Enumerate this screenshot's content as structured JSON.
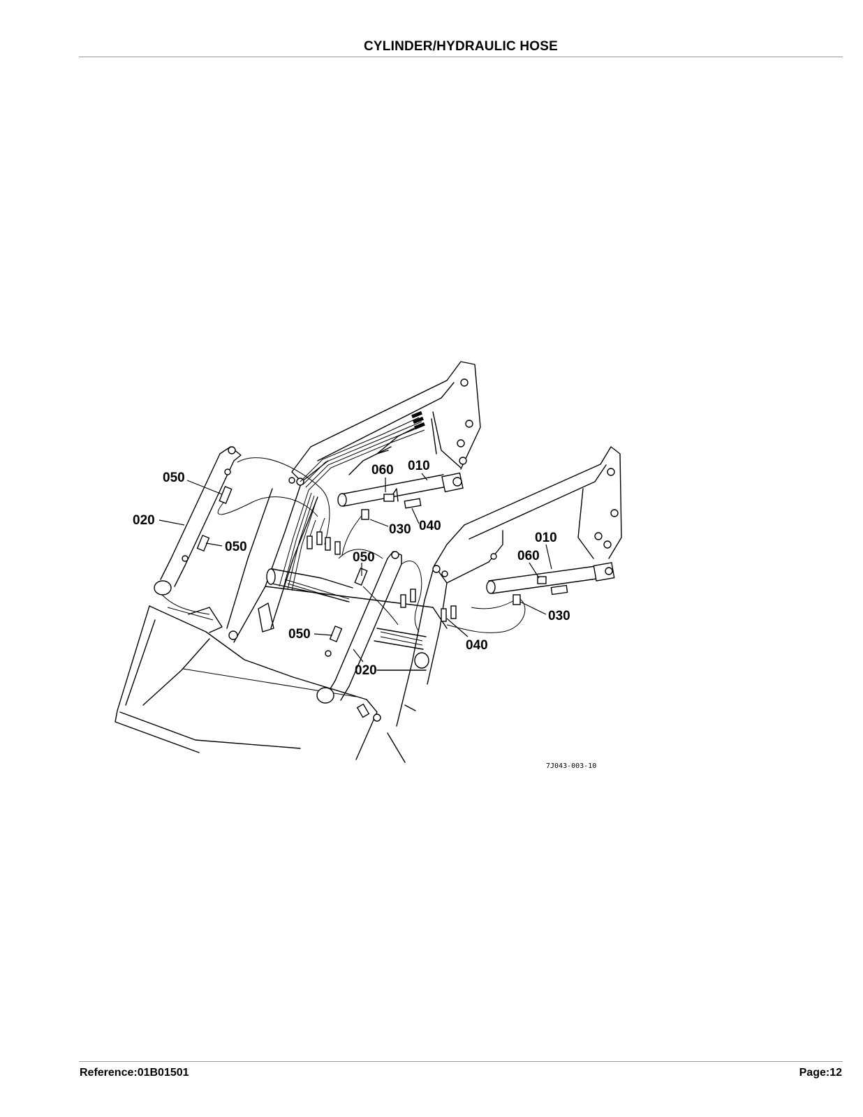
{
  "header": {
    "title": "CYLINDER/HYDRAULIC HOSE"
  },
  "footer": {
    "reference": "Reference:01B01501",
    "page": "Page:12"
  },
  "diagram": {
    "drawing_code": "7J043-003-10",
    "callouts": [
      "050",
      "020",
      "050",
      "060",
      "010",
      "030",
      "040",
      "050",
      "050",
      "020",
      "010",
      "060",
      "030",
      "040"
    ]
  }
}
